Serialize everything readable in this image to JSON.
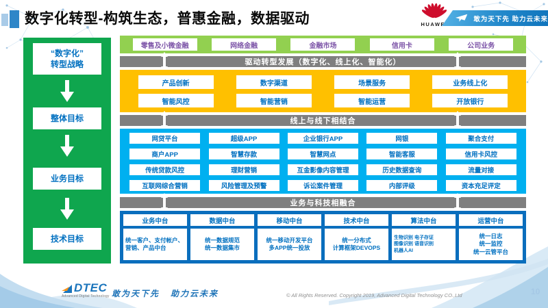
{
  "title": "数字化转型-构筑生态，普惠金融，数据驱动",
  "header": {
    "huawei_label": "HUAWEI",
    "banner_slogan": "敢为天下先 助力云未来"
  },
  "sidebar": {
    "items": [
      "“数字化”\n转型战略",
      "整体目标",
      "业务目标",
      "技术目标"
    ]
  },
  "top_strip": {
    "items": [
      "零售及小微金融",
      "网络金融",
      "金融市场",
      "信用卡",
      "公司业务"
    ]
  },
  "bars": [
    "驱动转型发展（数字化、线上化、智能化）",
    "线上与线下相结合",
    "业务与科技相融合"
  ],
  "yellow": {
    "rows": [
      [
        "产品创新",
        "数字渠道",
        "场景服务",
        "业务线上化"
      ],
      [
        "智能风控",
        "智能营销",
        "智能运营",
        "开放银行"
      ]
    ]
  },
  "blue": {
    "rows": [
      [
        "网贷平台",
        "超级APP",
        "企业银行APP",
        "网银",
        "聚合支付"
      ],
      [
        "商户APP",
        "智慧存款",
        "智慧网点",
        "智能客服",
        "信用卡风控"
      ],
      [
        "传统贷款风控",
        "理财营销",
        "互金影像内容管理",
        "历史数据查询",
        "流量对接"
      ],
      [
        "互联网综合营销",
        "风险管理及预警",
        "诉讼案件管理",
        "内部评级",
        "资本充足评定"
      ]
    ]
  },
  "platforms": {
    "columns": [
      {
        "title": "业务中台",
        "desc": "统一客户、支付帐户、营销、产品中台"
      },
      {
        "title": "数据中台",
        "desc": "统一数据规范\n统一数据集市"
      },
      {
        "title": "移动中台",
        "desc": "统一移动开发平台\n多APP统一投放"
      },
      {
        "title": "技术中台",
        "desc": "统一分布式\n计算框架DEVOPS"
      },
      {
        "title": "算法中台",
        "desc": "生物识别 电子存证\n图像识别 语音识别\n机器人AI"
      },
      {
        "title": "运营中台",
        "desc": "统一日志\n统一监控\n统一云管平台"
      }
    ]
  },
  "footer": {
    "logo": "DTEC",
    "logo_sub": "Advanced Digital Technology",
    "slogan": "敢为天下先   助力云未来",
    "copyright": "© All Rights Reserved. Copyright 2019, Advanced Digital Technology CO.,Ltd",
    "page_number": "10"
  },
  "colors": {
    "sidebar_green": "#0FA64E",
    "strip_green": "#92D050",
    "yellow": "#FFC000",
    "blue_bright": "#00B0F0",
    "blue_dark": "#0A6EBD",
    "gray_bar": "#7F7F7F",
    "text_blue": "#0070C0",
    "text_purple": "#7D55A8",
    "huawei_red": "#CE0E2D",
    "banner_blue": "#2389CB"
  }
}
